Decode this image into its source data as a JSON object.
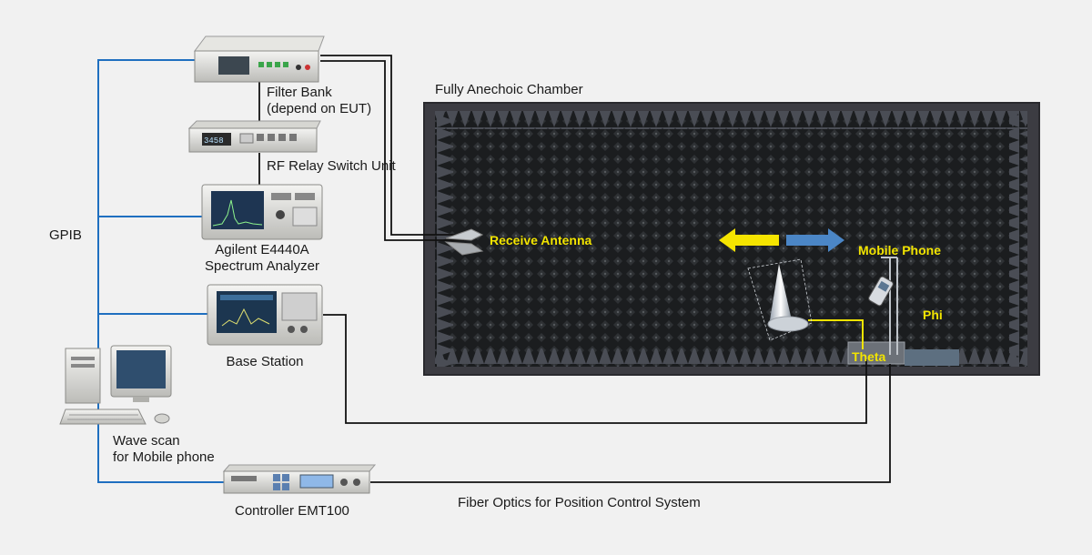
{
  "colors": {
    "background": "#f1f1f1",
    "gpib_line": "#1f6fc0",
    "cable_line": "#111111",
    "chamber_frame": "#3c3c42",
    "chamber_interior": "#1b1d1f",
    "label_yellow": "#f2e400",
    "arrow_yellow": "#f5e400",
    "arrow_blue": "#4b86c6"
  },
  "labels": {
    "filter_bank_line1": "Filter Bank",
    "filter_bank_line2": "(depend on EUT)",
    "rf_relay": "RF Relay Switch Unit",
    "spectrum_line1": "Agilent E4440A",
    "spectrum_line2": "Spectrum Analyzer",
    "base_station": "Base Station",
    "gpib": "GPIB",
    "wave_scan_line1": "Wave scan",
    "wave_scan_line2": "for Mobile phone",
    "controller": "Controller EMT100",
    "fiber_optics": "Fiber Optics for Position Control System",
    "chamber_title": "Fully Anechoic Chamber",
    "receive_antenna": "Receive Antenna",
    "mobile_phone": "Mobile Phone",
    "phi": "Phi",
    "theta": "Theta"
  },
  "icons": {
    "filter_bank": "rack-instrument-icon",
    "rf_relay": "switch-unit-icon",
    "spectrum_analyzer": "spectrum-analyzer-icon",
    "base_station": "base-station-tester-icon",
    "computer": "desktop-computer-icon",
    "controller": "rack-controller-icon",
    "receive_antenna": "horn-antenna-icon",
    "cone": "absorber-cone-icon",
    "phone": "mobile-phone-icon",
    "yellow_arrow": "arrow-left-icon",
    "blue_arrow": "arrow-right-icon"
  }
}
